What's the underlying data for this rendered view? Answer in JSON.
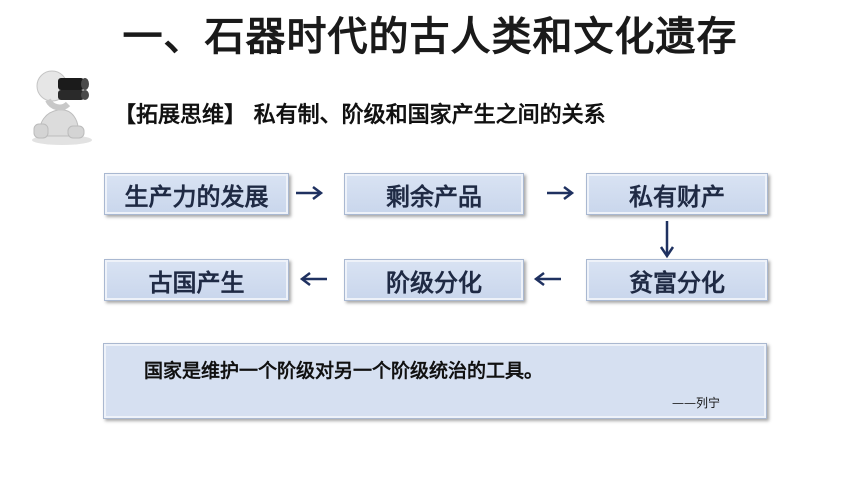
{
  "title": "一、石器时代的古人类和文化遗存",
  "subtitle": "【拓展思维】 私有制、阶级和国家产生之间的关系",
  "flow": {
    "nodes": [
      "生产力的发展",
      "剩余产品",
      "私有财产",
      "贫富分化",
      "阶级分化",
      "古国产生"
    ],
    "edges": [
      {
        "from": "生产力的发展",
        "to": "剩余产品"
      },
      {
        "from": "剩余产品",
        "to": "私有财产"
      },
      {
        "from": "私有财产",
        "to": "贫富分化"
      },
      {
        "from": "贫富分化",
        "to": "阶级分化"
      },
      {
        "from": "阶级分化",
        "to": "古国产生"
      }
    ]
  },
  "quote": {
    "text": "国家是维护一个阶级对另一个阶级统治的工具。",
    "attribution": "——列宁"
  },
  "colors": {
    "box_fill": "#d0dbef",
    "box_border": "#a9b8d1",
    "arrow": "#1f3160",
    "text": "#1f2a44"
  },
  "icons": [
    "binocular-figure-icon",
    "arrow-right-icon",
    "arrow-down-icon",
    "arrow-left-icon"
  ]
}
